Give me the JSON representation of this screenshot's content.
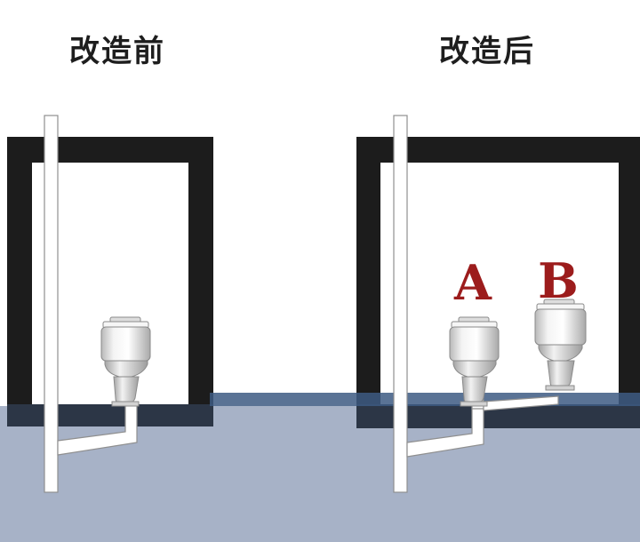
{
  "panels": {
    "before": {
      "caption": "改造前"
    },
    "after": {
      "caption": "改造后",
      "markers": [
        "A",
        "B"
      ]
    }
  },
  "colors": {
    "wall": "#1c1c1c",
    "ground": "#a7b2c7",
    "waterline": "#3d5a82",
    "marker": "#9c1c1c",
    "pipe": "#ffffff",
    "pipe_outline": "#9a9a9a"
  }
}
